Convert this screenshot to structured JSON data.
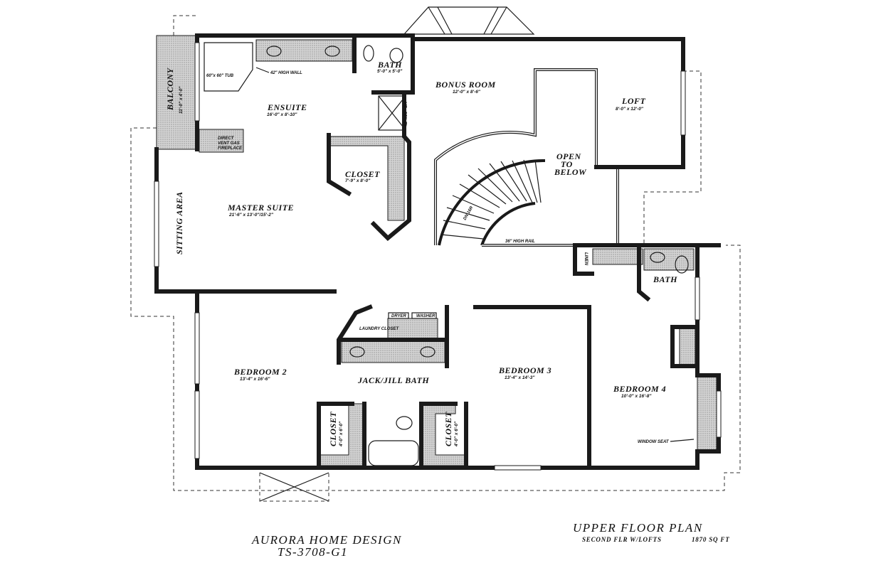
{
  "rooms": {
    "balcony": {
      "name": "BALCONY",
      "dims": "11'-0\" x 4'-0\""
    },
    "ensuite": {
      "name": "ENSUITE",
      "dims": "16'-0\" x 8'-10\""
    },
    "master_bath_wc": {
      "name": "BATH",
      "dims": "5'-0\" x 5'-0\""
    },
    "shower": {
      "dims": "42\"x36\" SH"
    },
    "closet_master": {
      "name": "CLOSET",
      "dims": "7'-9\" x 8'-0\""
    },
    "master_suite": {
      "name": "MASTER SUITE",
      "dims": "21'-6\" x 13'-0\"/15'-2\""
    },
    "sitting_area": {
      "name": "SITTING AREA"
    },
    "bonus_room": {
      "name": "BONUS ROOM",
      "dims": "12'-0\" x 8'-6\""
    },
    "loft": {
      "name": "LOFT",
      "dims": "8'-0\" x 12'-0\""
    },
    "bath4": {
      "name": "BATH"
    },
    "bedroom2": {
      "name": "BEDROOM 2",
      "dims": "13'-4\" x 16'-6\""
    },
    "bedroom3": {
      "name": "BEDROOM 3",
      "dims": "13'-4\" x 14'-3\""
    },
    "bedroom4": {
      "name": "BEDROOM 4",
      "dims": "10'-0\" x 16'-8\""
    },
    "jack_jill": {
      "name": "JACK/JILL BATH"
    },
    "laundry": {
      "name": "LAUNDRY CLOSET"
    },
    "closet_b2": {
      "name": "CLOSET",
      "dims": "4'-0\" x 6'-0\""
    },
    "closet_b3": {
      "name": "CLOSET",
      "dims": "4'-0\" x 6'-0\""
    }
  },
  "notes": {
    "tub": "60\"x 60\" TUB",
    "high_wall": "42\" HIGH WALL",
    "fireplace": [
      "DIRECT",
      "VENT GAS",
      "FIREPLACE"
    ],
    "open_to_below": [
      "OPEN",
      "TO",
      "BELOW"
    ],
    "stair_dir": "DN 16R",
    "high_rail": "36\" HIGH RAIL",
    "window_seat": "WINDOW SEAT",
    "dryer": "DRYER",
    "washer": "WASHER",
    "linen": "LINEN"
  },
  "title_block": {
    "company": "AURORA HOME DESIGN",
    "plan_id": "TS-3708-G1",
    "plan_title": "UPPER FLOOR PLAN",
    "subtitle": "SECOND FLR W/LOFTS",
    "area": "1870 SQ FT"
  }
}
